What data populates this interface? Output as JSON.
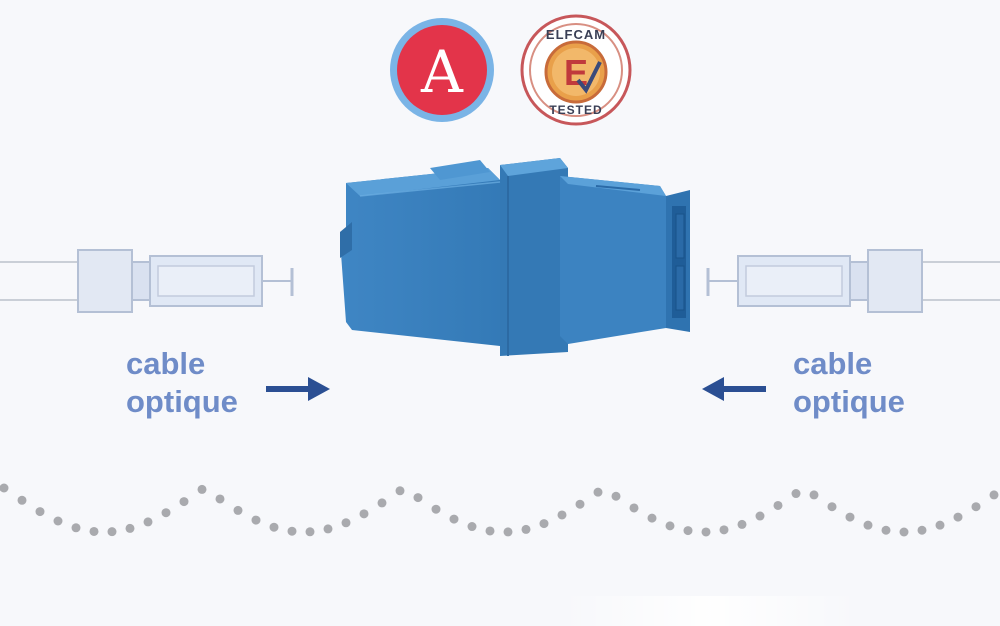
{
  "badges": {
    "a_letter": "A",
    "elfcam_top": "ELFCAM",
    "elfcam_letter": "E",
    "elfcam_bottom": "TESTED"
  },
  "labels": {
    "left_line1": "cable",
    "left_line2": "optique",
    "right_line1": "cable",
    "right_line2": "optique"
  },
  "colors": {
    "adapter_blue": "#3a7fbd",
    "label_blue": "#6f8cc8",
    "arrow_navy": "#2b4f93",
    "badge_red": "#e3344a",
    "dots_gray": "#a9aaae"
  }
}
